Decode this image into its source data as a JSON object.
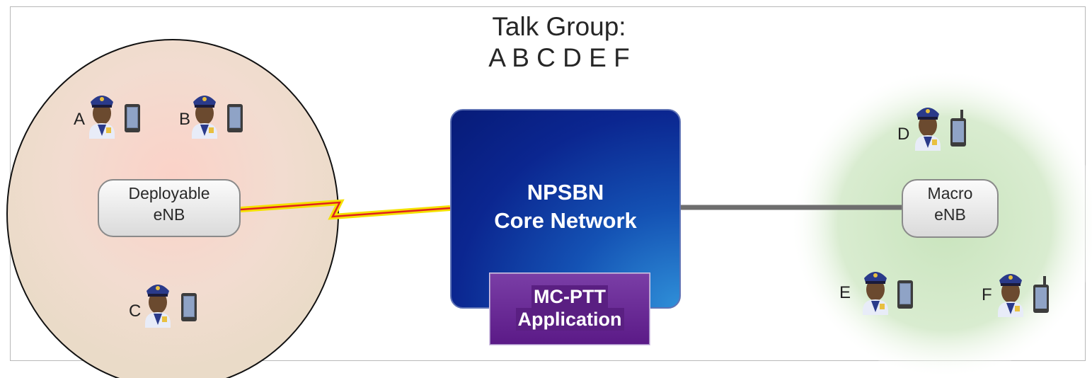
{
  "title": {
    "line1": "Talk Group:",
    "line2": "A B C D E F"
  },
  "deployable_enb": {
    "line1": "Deployable",
    "line2": "eNB"
  },
  "macro_enb": {
    "line1": "Macro",
    "line2": "eNB"
  },
  "core_network": {
    "line1": "NPSBN",
    "line2": "Core Network"
  },
  "application": {
    "line1": "MC-PTT",
    "line2": "Application"
  },
  "users": [
    {
      "label": "A",
      "device": "tablet"
    },
    {
      "label": "B",
      "device": "tablet"
    },
    {
      "label": "C",
      "device": "tablet"
    },
    {
      "label": "D",
      "device": "radio"
    },
    {
      "label": "E",
      "device": "tablet"
    },
    {
      "label": "F",
      "device": "radio"
    }
  ],
  "colors": {
    "core_blue": "#0b2690",
    "app_purple": "#5a1f82",
    "link_red": "#e02020",
    "link_yellow": "#f5e100",
    "backhaul_gray": "#6e6e6e"
  }
}
